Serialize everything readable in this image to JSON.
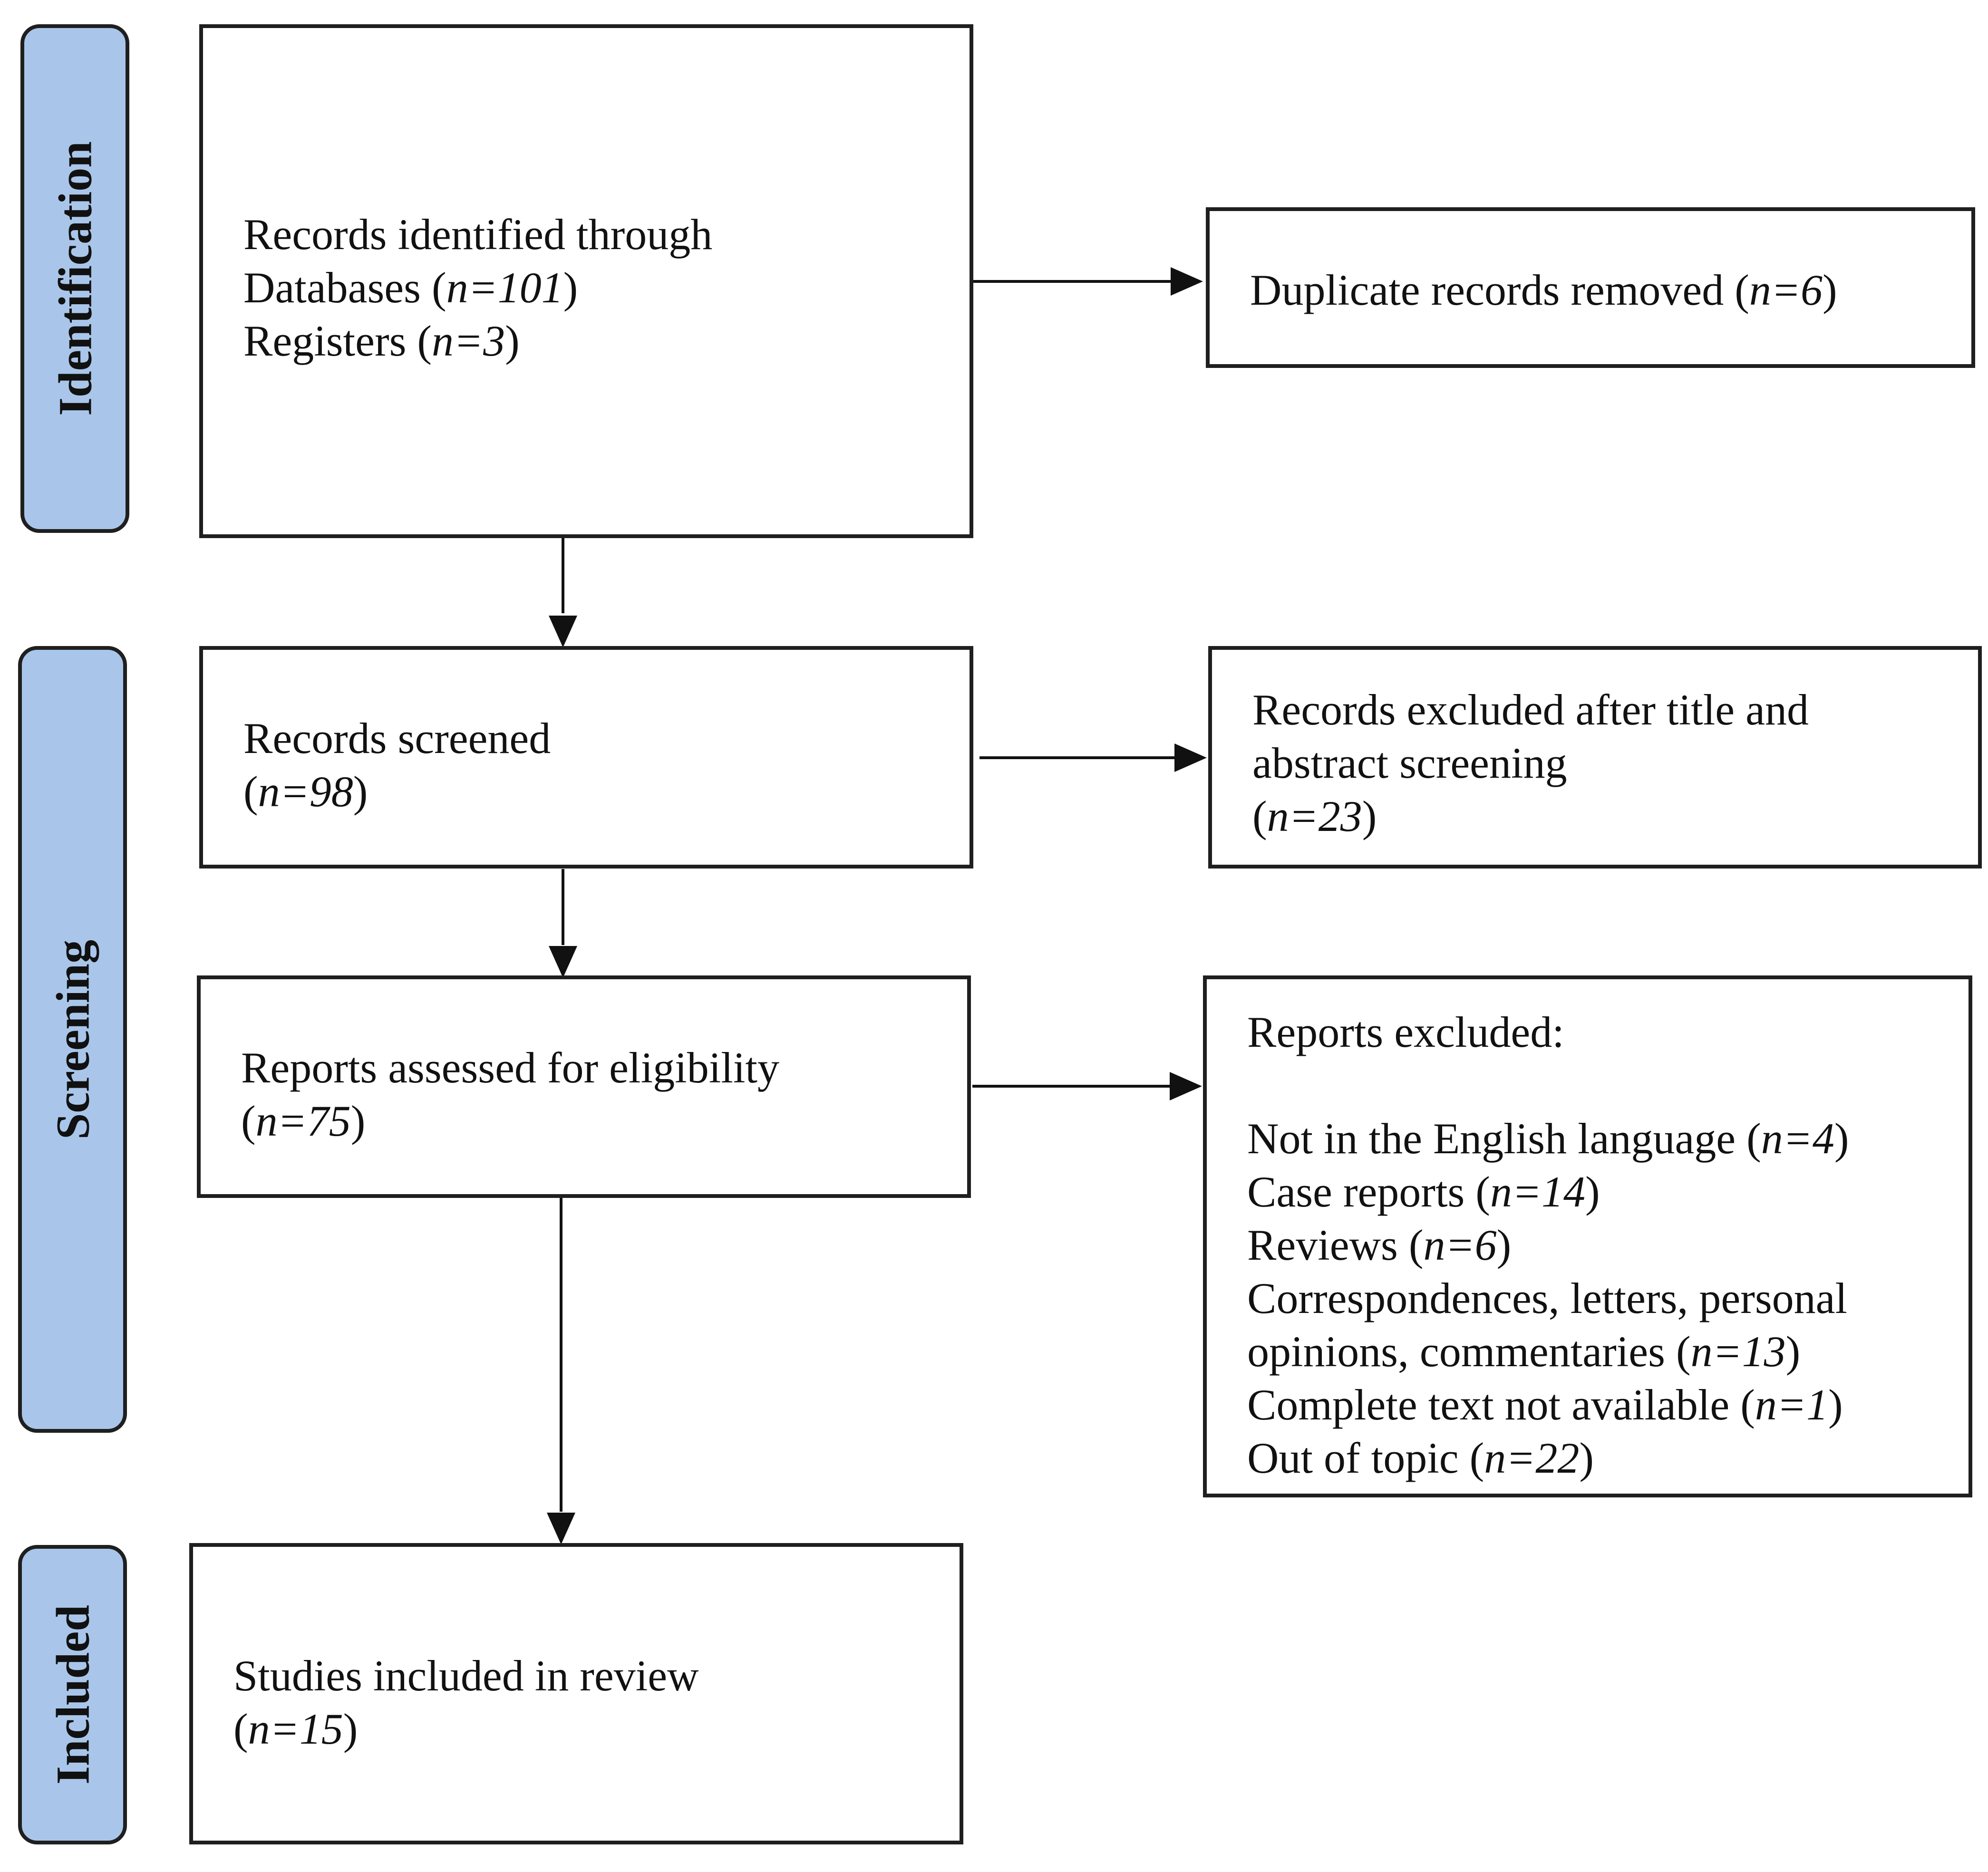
{
  "phases": {
    "identification": "Identification",
    "screening": "Screening",
    "included": "Included"
  },
  "identification_box": {
    "line1": "Records identified through",
    "databases_label": "Databases (",
    "databases_n": "n=101",
    "registers_label": "Registers (",
    "registers_n": "n=3",
    "close": ")"
  },
  "duplicates_box": {
    "label": "Duplicate records removed  (",
    "n": "n=6",
    "close": ")"
  },
  "screened_box": {
    "label": "Records screened",
    "n": "n=98"
  },
  "excluded_title_box": {
    "line1": "Records excluded after title and",
    "line2": "abstract screening",
    "n": "n=23"
  },
  "eligibility_box": {
    "label": "Reports assessed for eligibility",
    "n": "n=75"
  },
  "reports_excluded_box": {
    "heading": "Reports excluded:",
    "items": [
      {
        "label": "Not in the English language (",
        "n": "n=4"
      },
      {
        "label": "Case reports (",
        "n": "n=14"
      },
      {
        "label": "Reviews (",
        "n": "n=6"
      },
      {
        "label": "Correspondences, letters, personal",
        "n": ""
      },
      {
        "label": "opinions, commentaries (",
        "n": "n=13"
      },
      {
        "label": "Complete text not available (",
        "n": "n=1"
      },
      {
        "label": "Out of topic (",
        "n": "n=22"
      }
    ]
  },
  "included_box": {
    "label": "Studies included in review",
    "n": "n=15"
  }
}
